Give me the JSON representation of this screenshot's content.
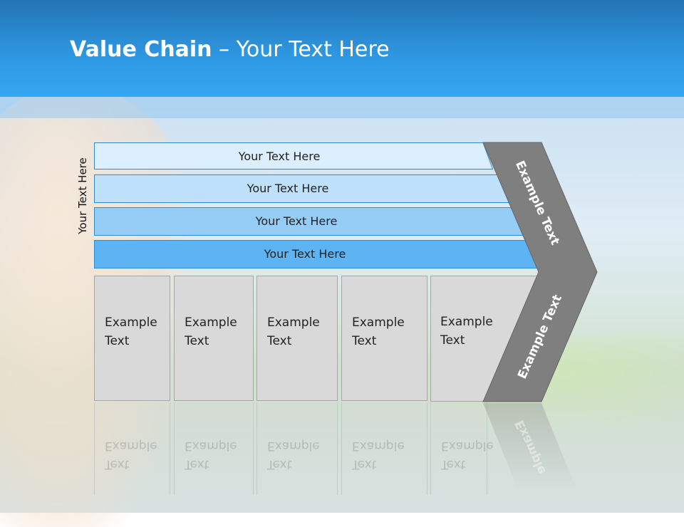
{
  "header": {
    "title_bold": "Value Chain",
    "title_rest": " – Your Text Here"
  },
  "side_label": "Your Text Here",
  "bars": [
    {
      "label": "Your Text Here",
      "color": "#dcefff"
    },
    {
      "label": "Your Text Here",
      "color": "#bfe1fb"
    },
    {
      "label": "Your Text Here",
      "color": "#95cdf7"
    },
    {
      "label": "Your Text Here",
      "color": "#5eb4f3"
    }
  ],
  "boxes": [
    {
      "line1": "Example",
      "line2": "Text"
    },
    {
      "line1": "Example",
      "line2": "Text"
    },
    {
      "line1": "Example",
      "line2": "Text"
    },
    {
      "line1": "Example",
      "line2": "Text"
    },
    {
      "line1": "Example",
      "line2": "Text"
    }
  ],
  "chevron": {
    "upper_label": "Example Text",
    "lower_label": "Example Text",
    "color": "#7f7f7f"
  },
  "reflection": {
    "chevron_label": "Example"
  }
}
